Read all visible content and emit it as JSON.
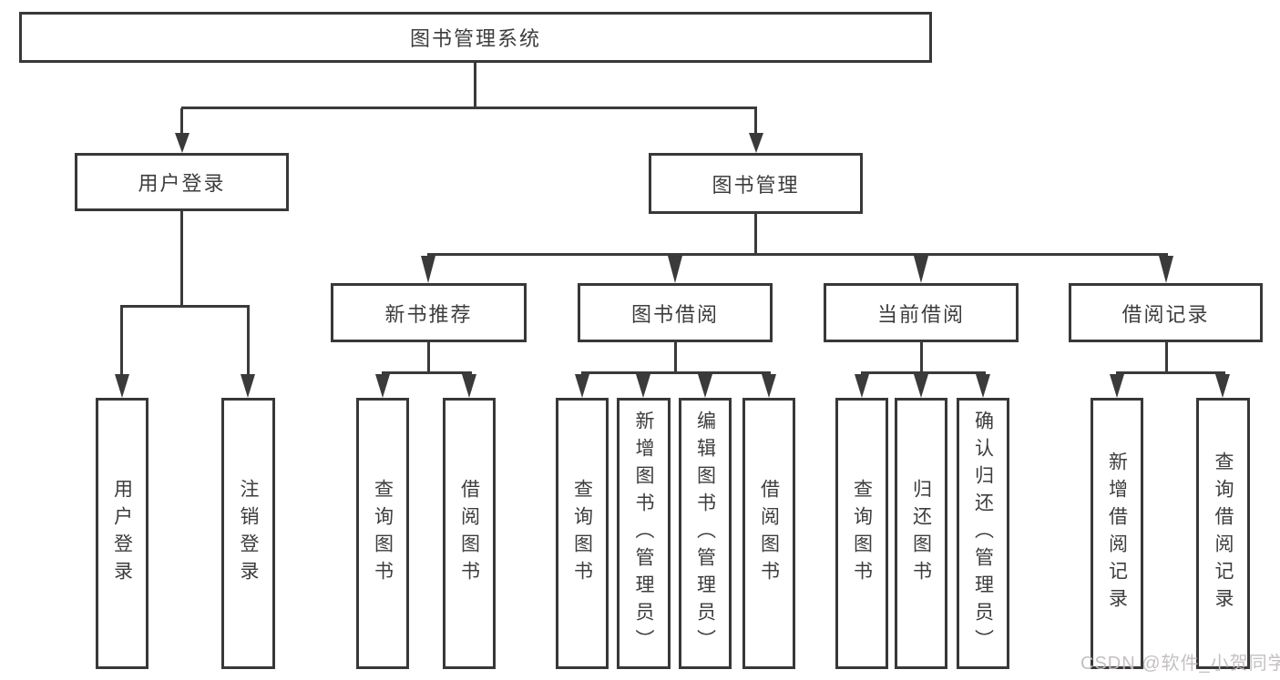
{
  "diagram": {
    "root": "图书管理系统",
    "level1": {
      "user_login": "用户登录",
      "book_management": "图书管理"
    },
    "level2": {
      "new_books": "新书推荐",
      "book_borrowing": "图书借阅",
      "current_borrowing": "当前借阅",
      "borrowing_records": "借阅记录"
    },
    "leaves": {
      "user_login": [
        "用户登录",
        "注销登录"
      ],
      "new_books": [
        "查询图书",
        "借阅图书"
      ],
      "book_borrowing": [
        "查询图书",
        "新增图书（管理员）",
        "编辑图书（管理员）",
        "借阅图书"
      ],
      "current_borrowing": [
        "查询图书",
        "归还图书",
        "确认归还（管理员）"
      ],
      "borrowing_records": [
        "新增借阅记录",
        "查询借阅记录"
      ]
    }
  },
  "watermark": "CSDN @软件_小贺同学",
  "colors": {
    "line": "#3a3a3a",
    "box_border": "#383838",
    "text": "#3d3d3d",
    "watermark": "#c1bdbd",
    "background": "#ffffff"
  }
}
